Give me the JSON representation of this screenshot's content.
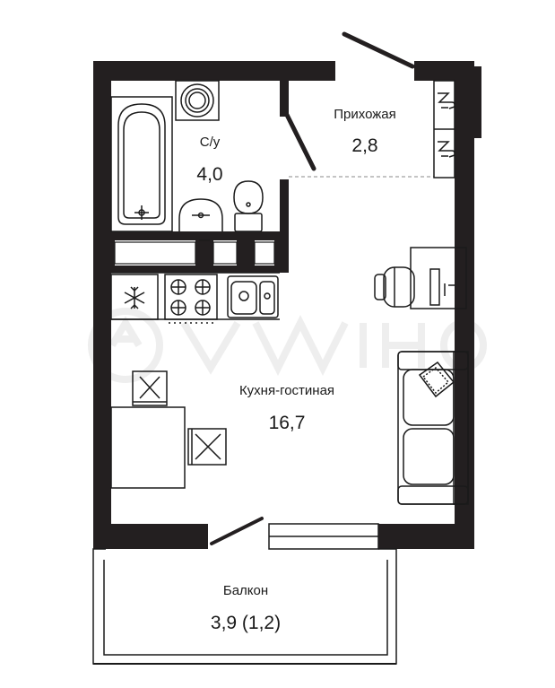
{
  "plan": {
    "wall_color": "#231f20",
    "line_color": "#1a1a1a",
    "watermark_color": "#e8e8e8",
    "rooms": {
      "bathroom": {
        "name": "С/у",
        "area": "4,0"
      },
      "hallway": {
        "name": "Прихожая",
        "area": "2,8"
      },
      "living": {
        "name": "Кухня-гостиная",
        "area": "16,7"
      },
      "balcony": {
        "name": "Балкон",
        "area": "3,9 (1,2)"
      }
    },
    "fixtures": [
      "bathtub",
      "washbasin",
      "toilet",
      "washing-machine",
      "fridge",
      "stove",
      "sink",
      "desk",
      "office-chair",
      "monitor",
      "sofa",
      "cushion",
      "dining-table",
      "dining-chair",
      "wardrobe"
    ]
  }
}
